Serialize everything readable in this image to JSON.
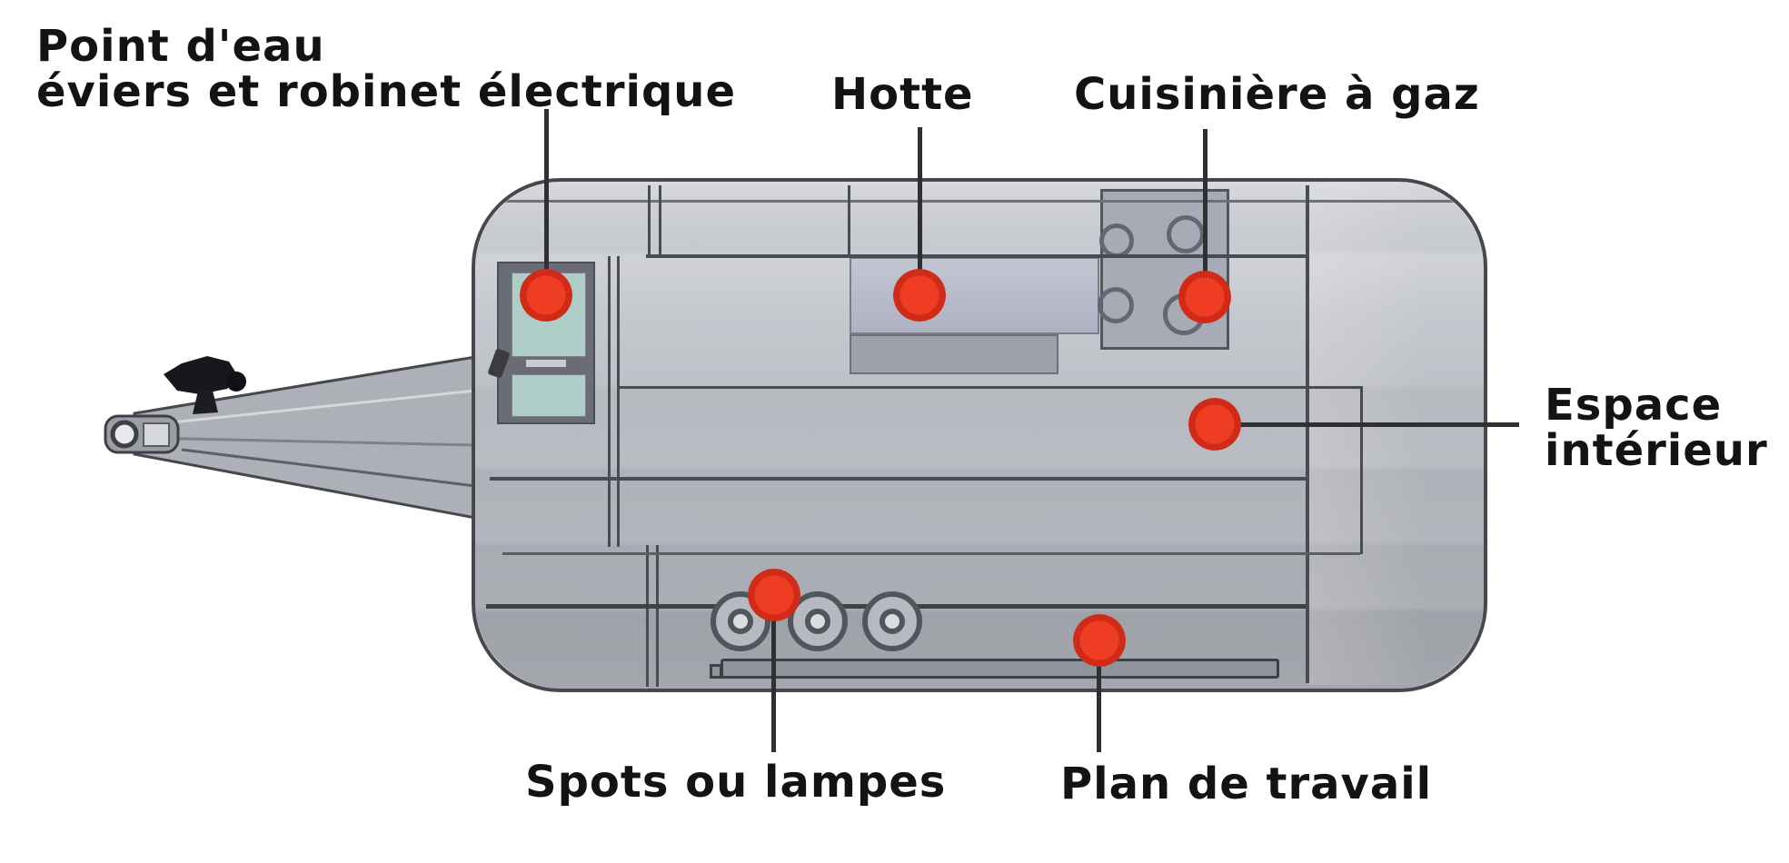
{
  "colors": {
    "background": "#ffffff",
    "marker_red": "#e8391f",
    "leader_line": "#2f3032",
    "label_text": "#131313",
    "body_outline": "#46484e",
    "body_gray": "#bfc1c8",
    "sink_teal": "#adcdc6",
    "hood_blue_gray": "#b6bac8"
  },
  "callouts": [
    {
      "id": "point-eau",
      "line1": "Point d'eau",
      "line2": "éviers et robinet électrique"
    },
    {
      "id": "hotte",
      "label": "Hotte"
    },
    {
      "id": "cuisiniere-a-gaz",
      "label": "Cuisinière à gaz"
    },
    {
      "id": "espace-interieur",
      "line1": "Espace",
      "line2": "intérieur"
    },
    {
      "id": "spots-ou-lampes",
      "label": "Spots ou lampes"
    },
    {
      "id": "plan-de-travail",
      "label": "Plan de travail"
    }
  ]
}
